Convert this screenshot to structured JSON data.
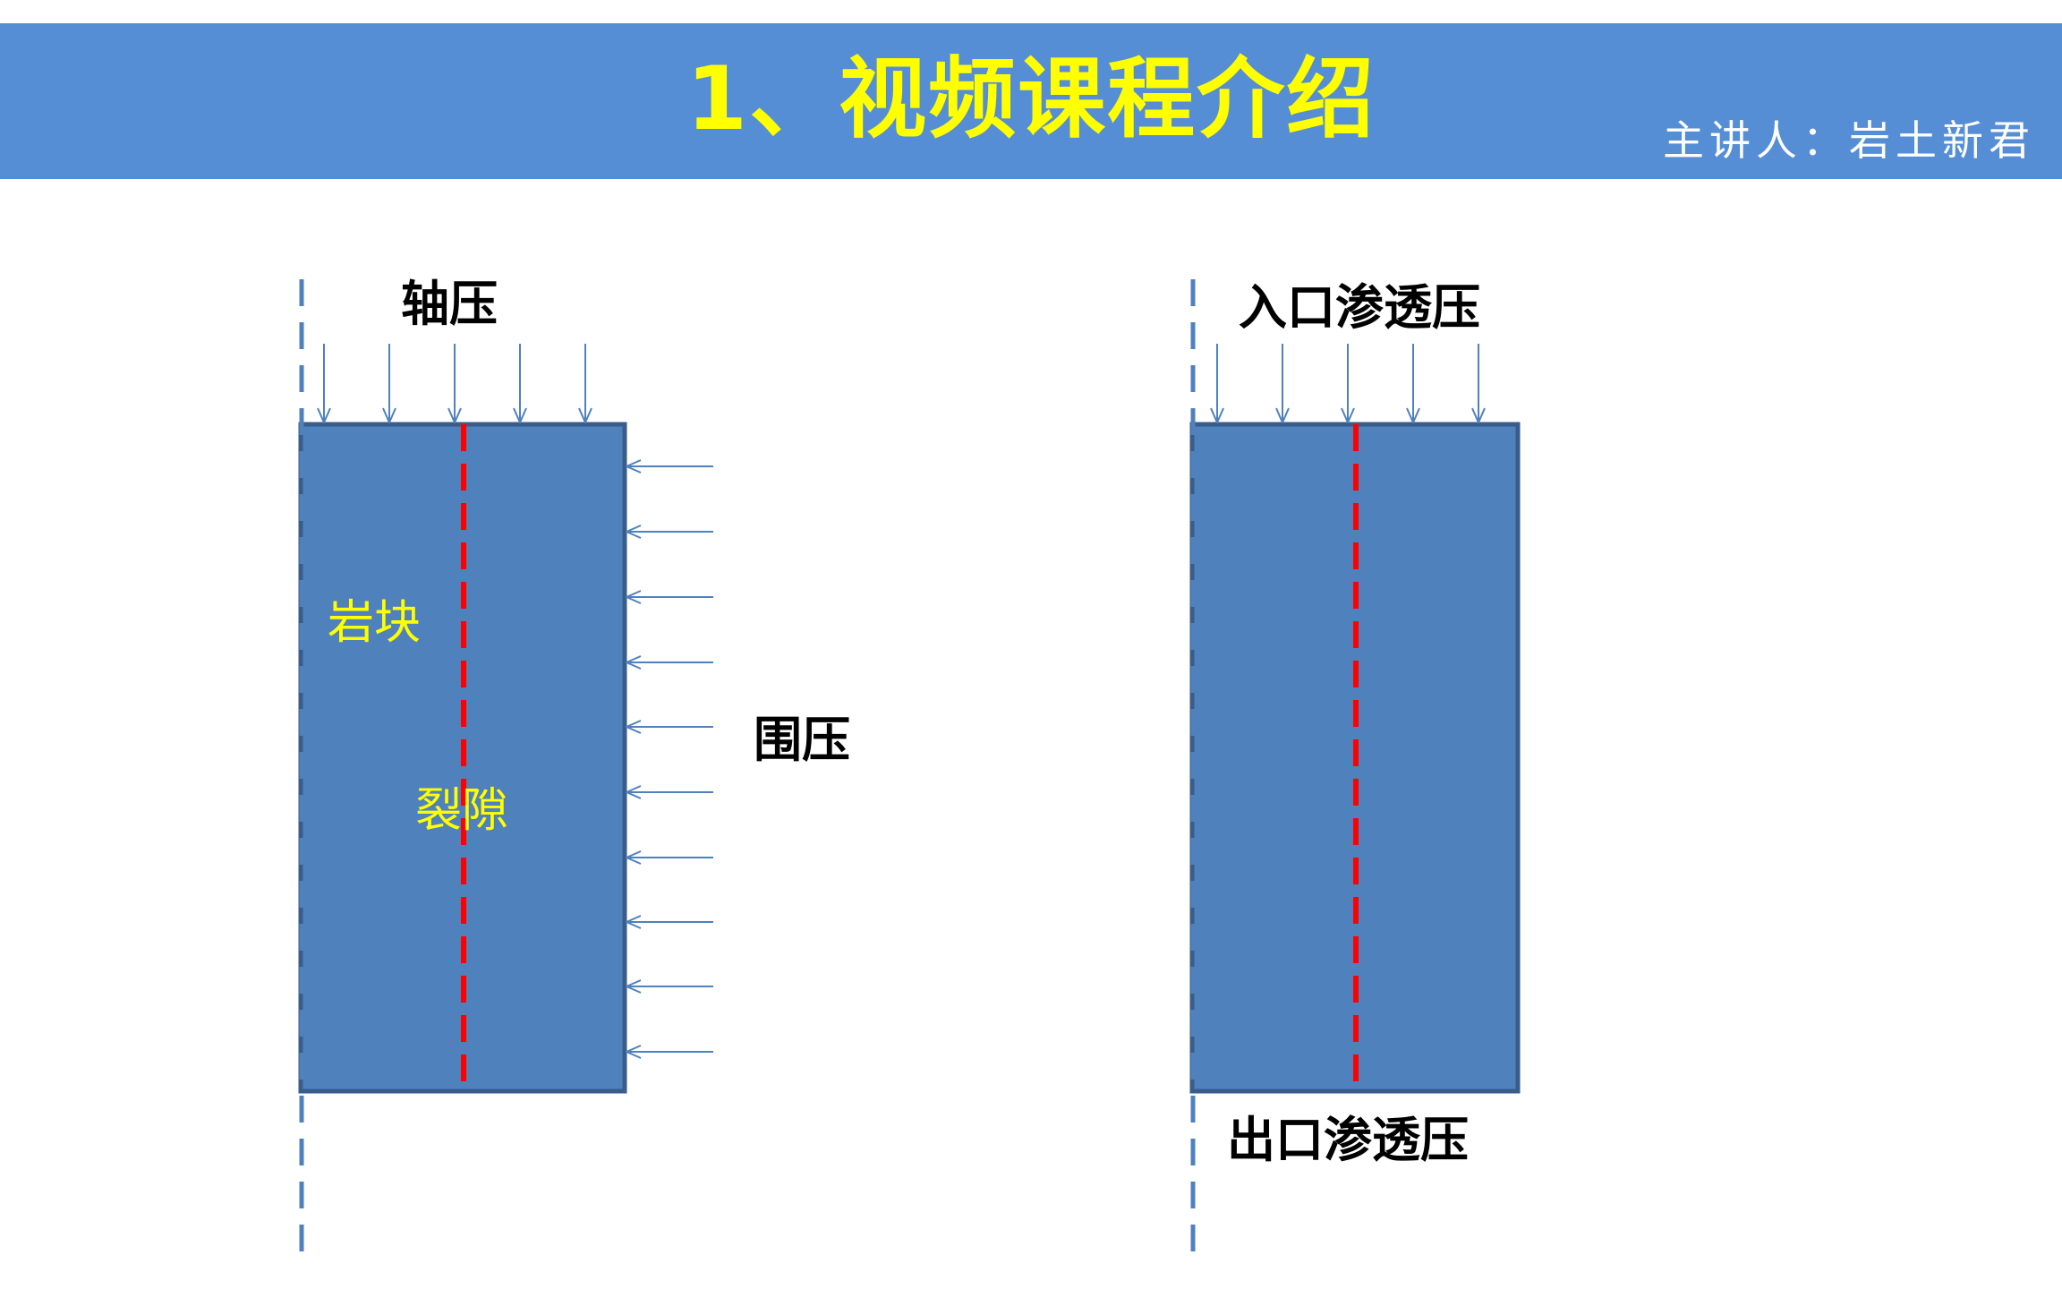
{
  "header": {
    "title": "1、视频课程介绍",
    "presenter": "主讲人：岩土新君"
  },
  "left_diagram": {
    "axial_pressure_label": "轴压",
    "confining_pressure_label": "围压",
    "rock_block_label": "岩块",
    "fracture_label": "裂隙"
  },
  "right_diagram": {
    "inlet_pressure_label": "入口渗透压",
    "outlet_pressure_label": "出口渗透压"
  },
  "colors": {
    "header_bg": "#558ed5",
    "title": "#ffff00",
    "presenter": "#ffffff",
    "sample_fill": "#4f81bd",
    "sample_border": "#385d8a",
    "fracture": "#ff0000",
    "axis_line": "#4f81bd",
    "arrow": "#4f81bd",
    "rock_labels": "#ffff00"
  }
}
